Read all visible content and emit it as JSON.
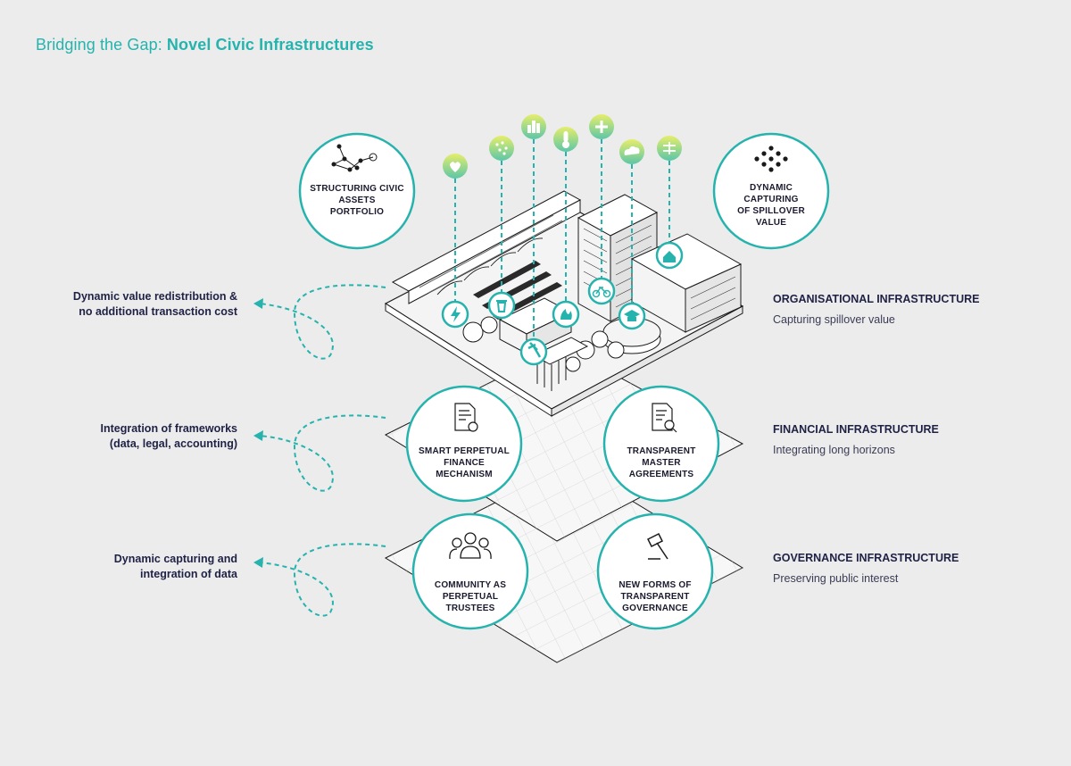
{
  "title": {
    "prefix": "Bridging the Gap:",
    "emphasis": "Novel Civic Infrastructures"
  },
  "colors": {
    "teal": "#27b3ad",
    "navy": "#1f2145",
    "background": "#ececec",
    "pin_gradient_top": "#e6ee6a"
  },
  "left_notes": [
    {
      "line1": "Dynamic value redistribution &",
      "line2": "no additional transaction cost"
    },
    {
      "line1": "Integration of frameworks",
      "line2": "(data, legal, accounting)"
    },
    {
      "line1": "Dynamic capturing and",
      "line2": "integration of data"
    }
  ],
  "right_labels": [
    {
      "heading": "ORGANISATIONAL INFRASTRUCTURE",
      "sub": "Capturing spillover value"
    },
    {
      "heading": "FINANCIAL INFRASTRUCTURE",
      "sub": "Integrating long horizons"
    },
    {
      "heading": "GOVERNANCE INFRASTRUCTURE",
      "sub": "Preserving public interest"
    }
  ],
  "circles": {
    "structuring": {
      "lines": [
        "STRUCTURING CIVIC",
        "ASSETS",
        "PORTFOLIO"
      ],
      "icon": "network-nodes-icon"
    },
    "spillover": {
      "lines": [
        "DYNAMIC",
        "CAPTURING",
        "OF SPILLOVER",
        "VALUE"
      ],
      "icon": "diamond-dots-icon"
    },
    "finance": {
      "lines": [
        "SMART PERPETUAL",
        "FINANCE",
        "MECHANISM"
      ],
      "icon": "document-coin-icon"
    },
    "agreements": {
      "lines": [
        "TRANSPARENT",
        "MASTER",
        "AGREEMENTS"
      ],
      "icon": "document-search-icon"
    },
    "community": {
      "lines": [
        "COMMUNITY AS",
        "PERPETUAL",
        "TRUSTEES"
      ],
      "icon": "people-group-icon"
    },
    "governance": {
      "lines": [
        "NEW FORMS OF",
        "TRANSPARENT",
        "GOVERNANCE"
      ],
      "icon": "gavel-icon"
    }
  },
  "pins": [
    "heart-icon",
    "sprinkle-icon",
    "buildings-icon",
    "thermometer-icon",
    "plus-icon",
    "cloud-icon",
    "bike-lane-icon"
  ],
  "map_icons": [
    "lightning-icon",
    "trash-icon",
    "gavel-icon",
    "fire-icon",
    "bicycle-icon",
    "graduation-cap-icon",
    "house-icon"
  ]
}
